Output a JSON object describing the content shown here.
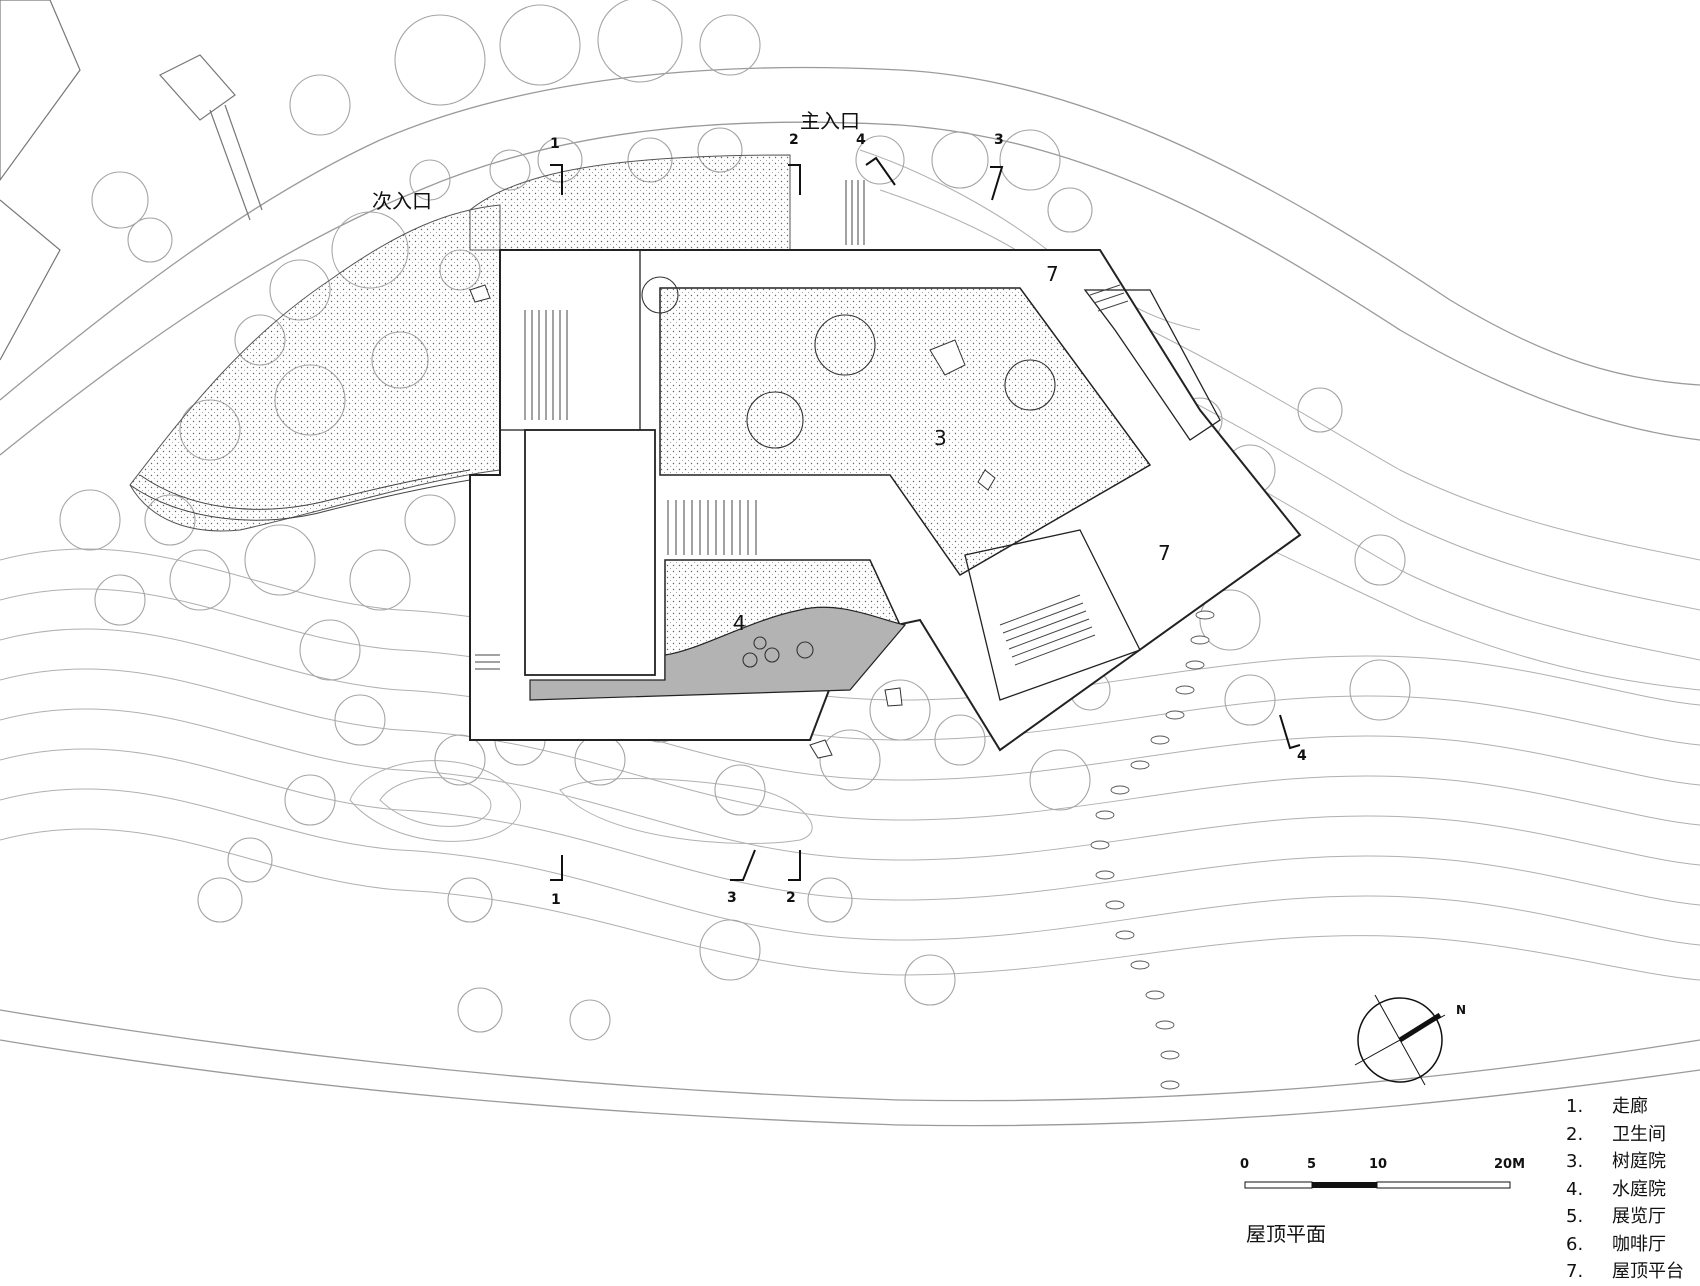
{
  "labels": {
    "main_entrance": "主入口",
    "secondary_entrance": "次入口",
    "plan_title": "屋顶平面",
    "north": "N"
  },
  "section_markers": {
    "top": [
      "1",
      "2",
      "4",
      "3"
    ],
    "bottom": [
      "1",
      "3",
      "2"
    ],
    "right": "4"
  },
  "area_numbers": {
    "tree_court": "3",
    "water_court": "4",
    "terrace_top": "7",
    "terrace_right": "7"
  },
  "scale_bar": {
    "ticks": [
      "0",
      "5",
      "10",
      "20M"
    ]
  },
  "legend": [
    {
      "num": "1.",
      "label": "走廊"
    },
    {
      "num": "2.",
      "label": "卫生间"
    },
    {
      "num": "3.",
      "label": "树庭院"
    },
    {
      "num": "4.",
      "label": "水庭院"
    },
    {
      "num": "5.",
      "label": "展览厅"
    },
    {
      "num": "6.",
      "label": "咖啡厅"
    },
    {
      "num": "7.",
      "label": "屋顶平台"
    }
  ],
  "colors": {
    "line": "#222222",
    "contour": "#9a9a9a",
    "water": "#b3b3b3",
    "hatch": "#777777"
  }
}
